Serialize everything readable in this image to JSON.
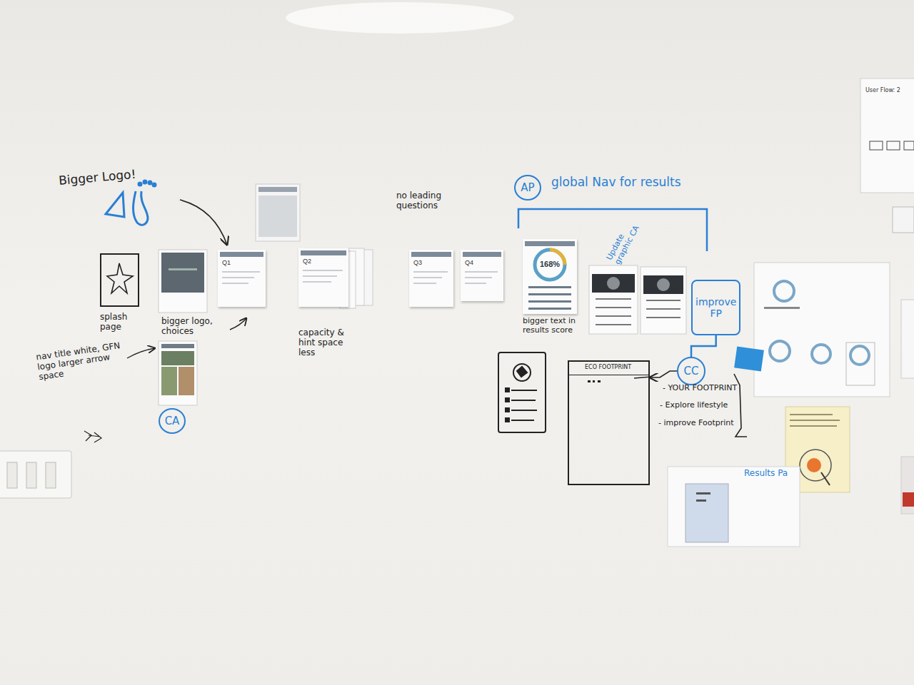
{
  "diagram": {
    "nodes": [
      {
        "text": [
          "splash page"
        ]
      },
      {
        "text": [
          "Q1"
        ]
      },
      {
        "text": [
          "Q2"
        ]
      },
      {
        "text": [
          "Q3"
        ]
      },
      {
        "text": [
          "Q4"
        ]
      },
      {
        "text": [
          "168%"
        ]
      },
      {
        "text": [
          "improve FP"
        ]
      },
      {
        "text": [
          "CC"
        ]
      },
      {
        "text": [
          "ECO FOOTPRINT"
        ]
      },
      {
        "text": [
          "CA"
        ]
      },
      {
        "text": [
          "AP"
        ]
      }
    ],
    "edges": [
      {
        "from": 6,
        "to": 7,
        "arrow": "none"
      },
      {
        "from": 7,
        "to": 8,
        "arrow": "to"
      }
    ],
    "labels": [
      "Bigger Logo!",
      "bigger logo, choices",
      "nav title white, GFN logo larger arrow space",
      "no leading questions",
      "capacity & hint space less",
      "global Nav for results",
      "Update graphic CA",
      "bigger text in results score",
      "- YOUR FOOTPRINT",
      "- Explore lifestyle",
      "- improve Footprint",
      "Results Pa",
      "User Flow: 2"
    ]
  }
}
